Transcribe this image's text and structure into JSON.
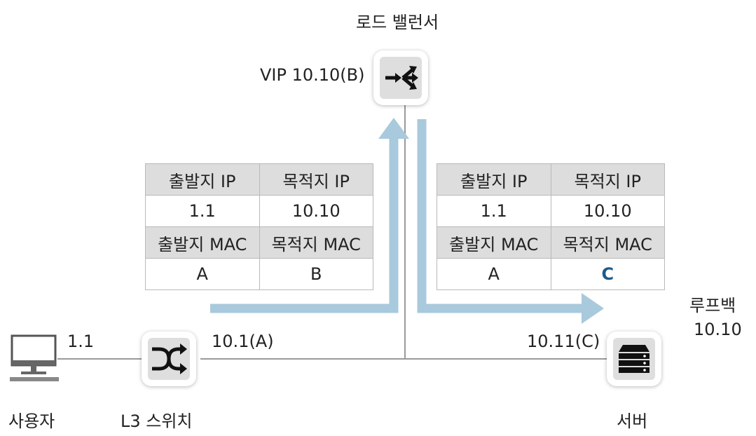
{
  "nodes": {
    "load_balancer": {
      "title": "로드 밸런서",
      "vip": "VIP 10.10(B)"
    },
    "user": {
      "label": "사용자",
      "ip": "1.1"
    },
    "l3_switch": {
      "label": "L3 스위치",
      "port_ip": "10.1(A)"
    },
    "server": {
      "label": "서버",
      "ip": "10.11(C)",
      "loopback_label": "루프백",
      "loopback_ip": "10.10"
    }
  },
  "packet_in": {
    "headers": [
      "출발지 IP",
      "목적지 IP"
    ],
    "values": [
      "1.1",
      "10.10"
    ],
    "mac_headers": [
      "출발지 MAC",
      "목적지 MAC"
    ],
    "mac_values": [
      "A",
      "B"
    ]
  },
  "packet_out": {
    "headers": [
      "출발지 IP",
      "목적지 IP"
    ],
    "values": [
      "1.1",
      "10.10"
    ],
    "mac_headers": [
      "출발지 MAC",
      "목적지 MAC"
    ],
    "mac_values": [
      "A",
      "C"
    ]
  },
  "colors": {
    "arrow": "#a9c9dc",
    "highlight_text": "#1e5a8a",
    "table_header_bg": "#dddddd",
    "line": "#9a9a9a"
  }
}
